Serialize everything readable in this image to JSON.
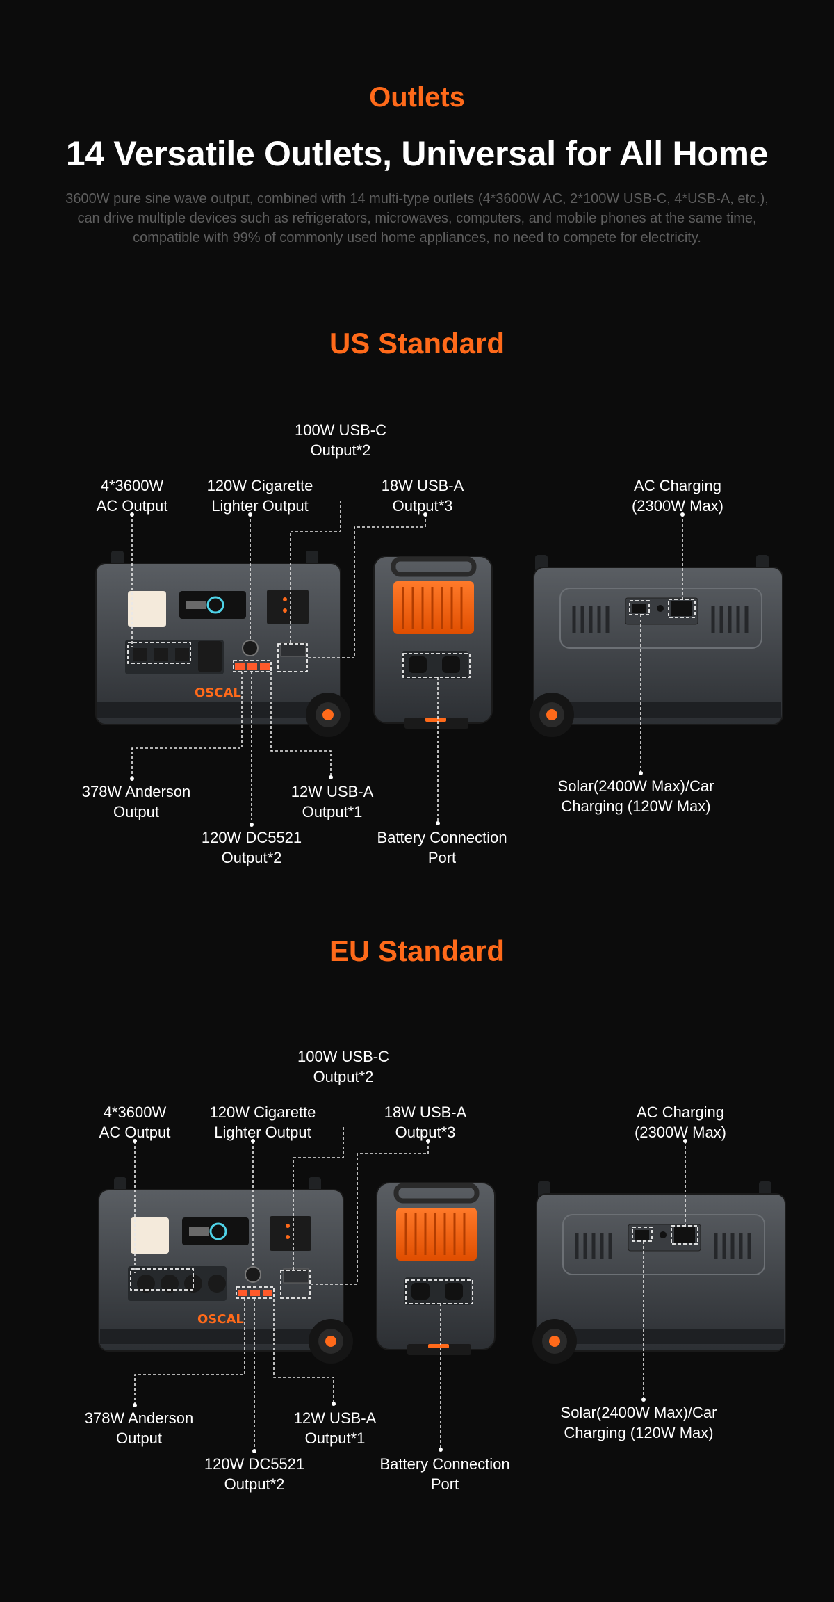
{
  "header": {
    "eyebrow": "Outlets",
    "title": "14 Versatile Outlets, Universal for All Home",
    "description": "3600W pure sine wave output, combined with 14 multi-type outlets (4*3600W AC, 2*100W USB-C, 4*USB-A, etc.), can drive multiple devices such as refrigerators, microwaves, computers, and mobile phones at the same time, compatible with 99% of commonly used home appliances, no need to compete for electricity."
  },
  "us": {
    "title": "US Standard",
    "labels": {
      "usbc": [
        "100W USB-C",
        "Output*2"
      ],
      "ac": [
        "4*3600W",
        "AC Output"
      ],
      "cig": [
        "120W Cigarette",
        "Lighter Output"
      ],
      "usba18": [
        "18W USB-A",
        "Output*3"
      ],
      "acchg": [
        "AC Charging",
        "(2300W Max)"
      ],
      "anderson": [
        "378W Anderson",
        "Output"
      ],
      "usba12": [
        "12W USB-A",
        "Output*1"
      ],
      "dc": [
        "120W DC5521",
        "Output*2"
      ],
      "battery": [
        "Battery Connection",
        "Port"
      ],
      "solar": [
        "Solar(2400W Max)/Car",
        "Charging (120W Max)"
      ]
    }
  },
  "eu": {
    "title": "EU Standard",
    "labels": {
      "usbc": [
        "100W USB-C",
        "Output*2"
      ],
      "ac": [
        "4*3600W",
        "AC Output"
      ],
      "cig": [
        "120W Cigarette",
        "Lighter Output"
      ],
      "usba18": [
        "18W USB-A",
        "Output*3"
      ],
      "acchg": [
        "AC Charging",
        "(2300W Max)"
      ],
      "anderson": [
        "378W Anderson",
        "Output"
      ],
      "usba12": [
        "12W USB-A",
        "Output*1"
      ],
      "dc": [
        "120W DC5521",
        "Output*2"
      ],
      "battery": [
        "Battery Connection",
        "Port"
      ],
      "solar": [
        "Solar(2400W Max)/Car",
        "Charging (120W Max)"
      ]
    }
  },
  "products": {
    "brand_logo": "OSCAL",
    "brand_color": "#ff6a1a"
  }
}
